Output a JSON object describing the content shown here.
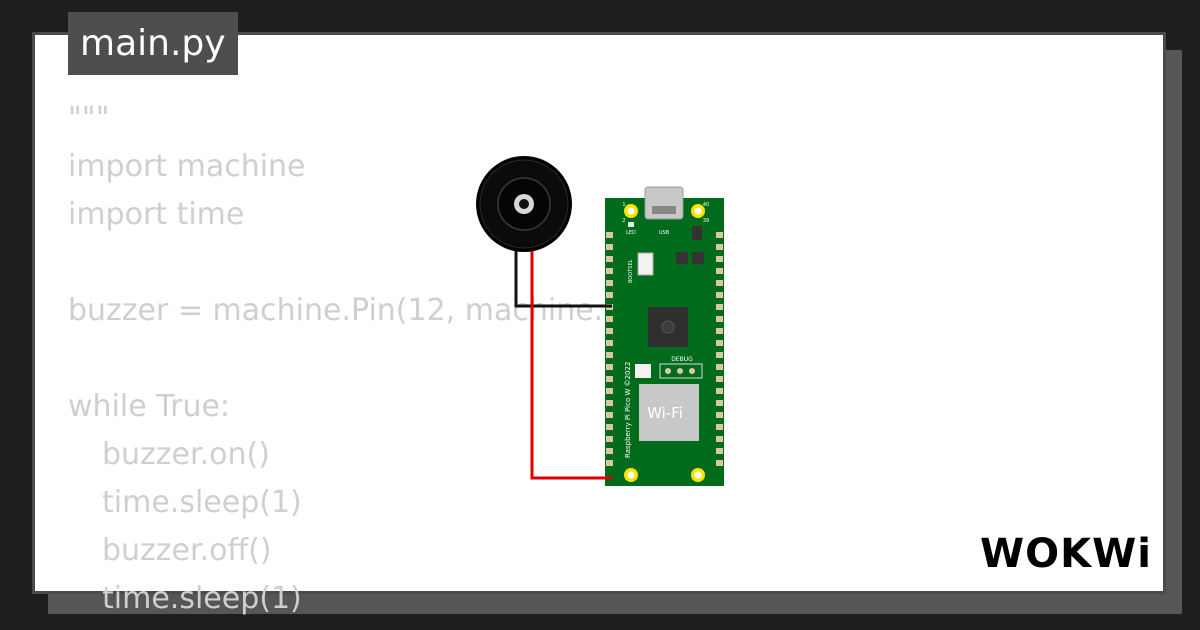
{
  "file": {
    "name": "main.py"
  },
  "code": {
    "lines": [
      "\"\"\"",
      "import machine",
      "import time",
      "",
      "buzzer = machine.Pin(12, machine.P",
      "",
      "while True:",
      "buzzer.on()",
      "time.sleep(1)",
      "buzzer.off()",
      "time.sleep(1)"
    ]
  },
  "board": {
    "name": "Raspberry Pi Pico W ©2022",
    "usb_label": "USB",
    "led_label": "LED",
    "bootsel_label": "BOOTSEL",
    "debug_label": "DEBUG",
    "wifi_label": "Wi-Fi",
    "pin_1": "1",
    "pin_2": "2",
    "pin_39": "39",
    "pin_40": "40",
    "color": "#006b1a"
  },
  "wires": {
    "gnd_color": "#111111",
    "signal_color": "#e00000"
  },
  "brand": {
    "logo_text": "WOKWi"
  }
}
